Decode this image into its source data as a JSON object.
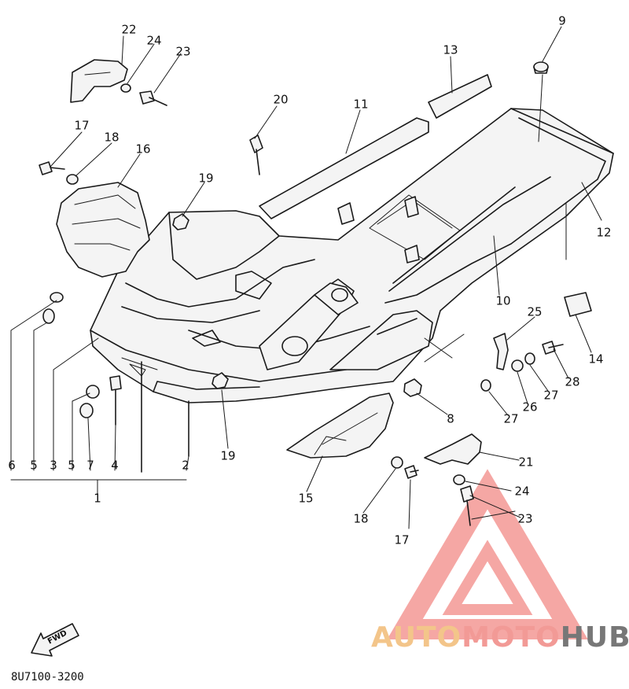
{
  "diagram": {
    "callouts": [
      "1",
      "2",
      "3",
      "4",
      "5",
      "5",
      "6",
      "7",
      "8",
      "9",
      "10",
      "11",
      "12",
      "13",
      "14",
      "15",
      "16",
      "17",
      "17",
      "18",
      "18",
      "19",
      "19",
      "20",
      "21",
      "22",
      "23",
      "23",
      "24",
      "24",
      "25",
      "26",
      "27",
      "27",
      "28"
    ]
  },
  "footer": {
    "part_code": "8U7100-3200",
    "fwd_label": "FWD"
  },
  "watermark": {
    "text_1": "AUTO",
    "text_2": "MOTO",
    "text_3": "HUB"
  },
  "colors": {
    "line": "#1a1a1a",
    "watermark_red": "#f28a86",
    "watermark_orange": "#f3c58a",
    "watermark_gray": "#777777"
  }
}
